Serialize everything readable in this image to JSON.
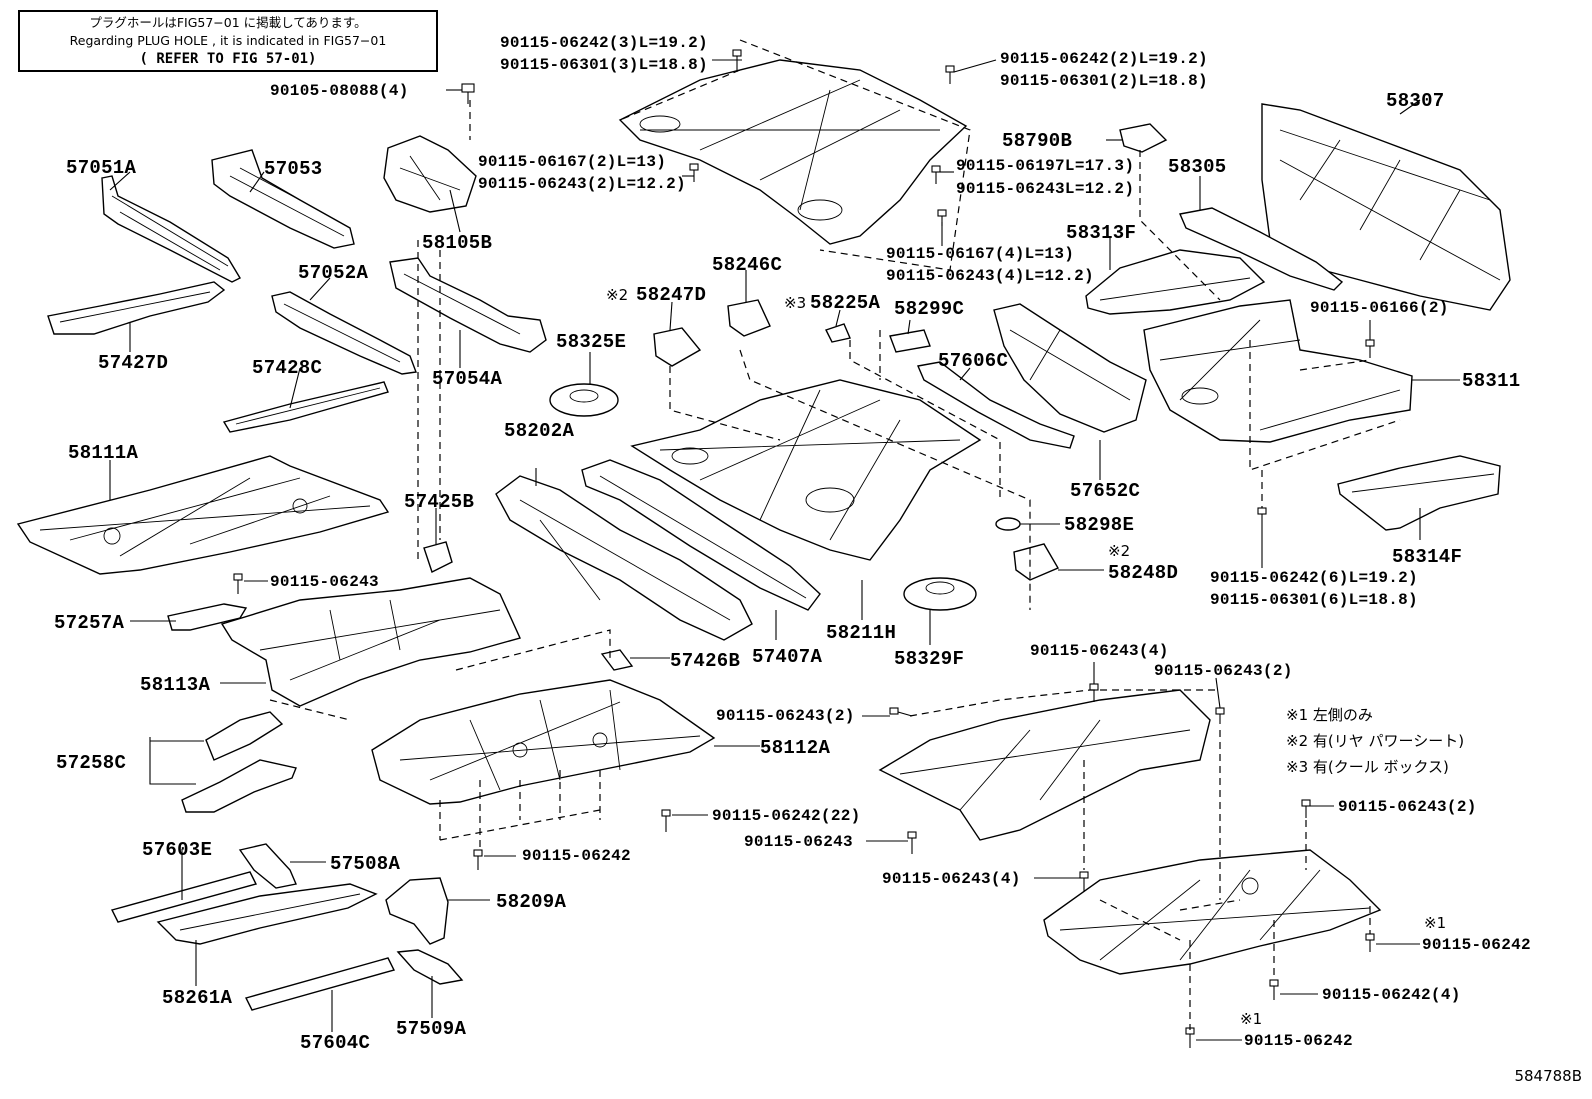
{
  "note": {
    "line1": "プラグホールはFIG57−01 に掲載してあります。",
    "line2": "Regarding PLUG HOLE , it is indicated in FIG57−01",
    "line3": "( REFER TO FIG 57-01)"
  },
  "legend": [
    "※1 左側のみ",
    "※2 有(リヤ パワーシート)",
    "※3 有(クール ボックス)"
  ],
  "figure_id": "584788B",
  "labels": {
    "p57051A": "57051A",
    "p57053": "57053",
    "p57427D": "57427D",
    "p57052A": "57052A",
    "p57428C": "57428C",
    "p58105B": "58105B",
    "p57054A": "57054A",
    "p58111A": "58111A",
    "p57425B": "57425B",
    "p57257A": "57257A",
    "p58113A": "58113A",
    "p57258C": "57258C",
    "p57426B": "57426B",
    "p58112A": "58112A",
    "p57603E": "57603E",
    "p57508A": "57508A",
    "p58209A": "58209A",
    "p58261A": "58261A",
    "p57604C": "57604C",
    "p57509A": "57509A",
    "p58202A": "58202A",
    "p58325E": "58325E",
    "p58247D": "58247D",
    "mark2a": "※2",
    "p58246C": "58246C",
    "p58225A": "58225A",
    "mark3": "※3",
    "p58299C": "58299C",
    "p57606C": "57606C",
    "p57652C": "57652C",
    "p58298E": "58298E",
    "p58248D": "58248D",
    "mark2b": "※2",
    "p57407A": "57407A",
    "p58211H": "58211H",
    "p58329F": "58329F",
    "p58790B": "58790B",
    "p58307": "58307",
    "p58305": "58305",
    "p58313F": "58313F",
    "p58311": "58311",
    "p58314F": "58314F",
    "b1": "90115-06242(3)L=19.2)",
    "b2": "90115-06301(3)L=18.8)",
    "b3": "90115-06242(2)L=19.2)",
    "b4": "90115-06301(2)L=18.8)",
    "b5": "90105-08088(4)",
    "b6": "90115-06167(2)L=13)",
    "b7": "90115-06243(2)L=12.2)",
    "b8": "90115-06197L=17.3)",
    "b9": "90115-06243L=12.2)",
    "b10": "90115-06167(4)L=13)",
    "b11": "90115-06243(4)L=12.2)",
    "b12": "90115-06166(2)",
    "b13": "90115-06242(6)L=19.2)",
    "b14": "90115-06301(6)L=18.8)",
    "b15": "90115-06243",
    "b16": "90115-06243(4)",
    "b17": "90115-06243(2)",
    "b18": "90115-06243(2)",
    "b19": "90115-06242(22)",
    "b20": "90115-06243",
    "b21": "90115-06242",
    "b22": "90115-06243(4)",
    "b23": "90115-06243(2)",
    "mark1a": "※1",
    "b24": "90115-06242",
    "b25": "90115-06242(4)",
    "mark1b": "※1",
    "b26": "90115-06242"
  }
}
